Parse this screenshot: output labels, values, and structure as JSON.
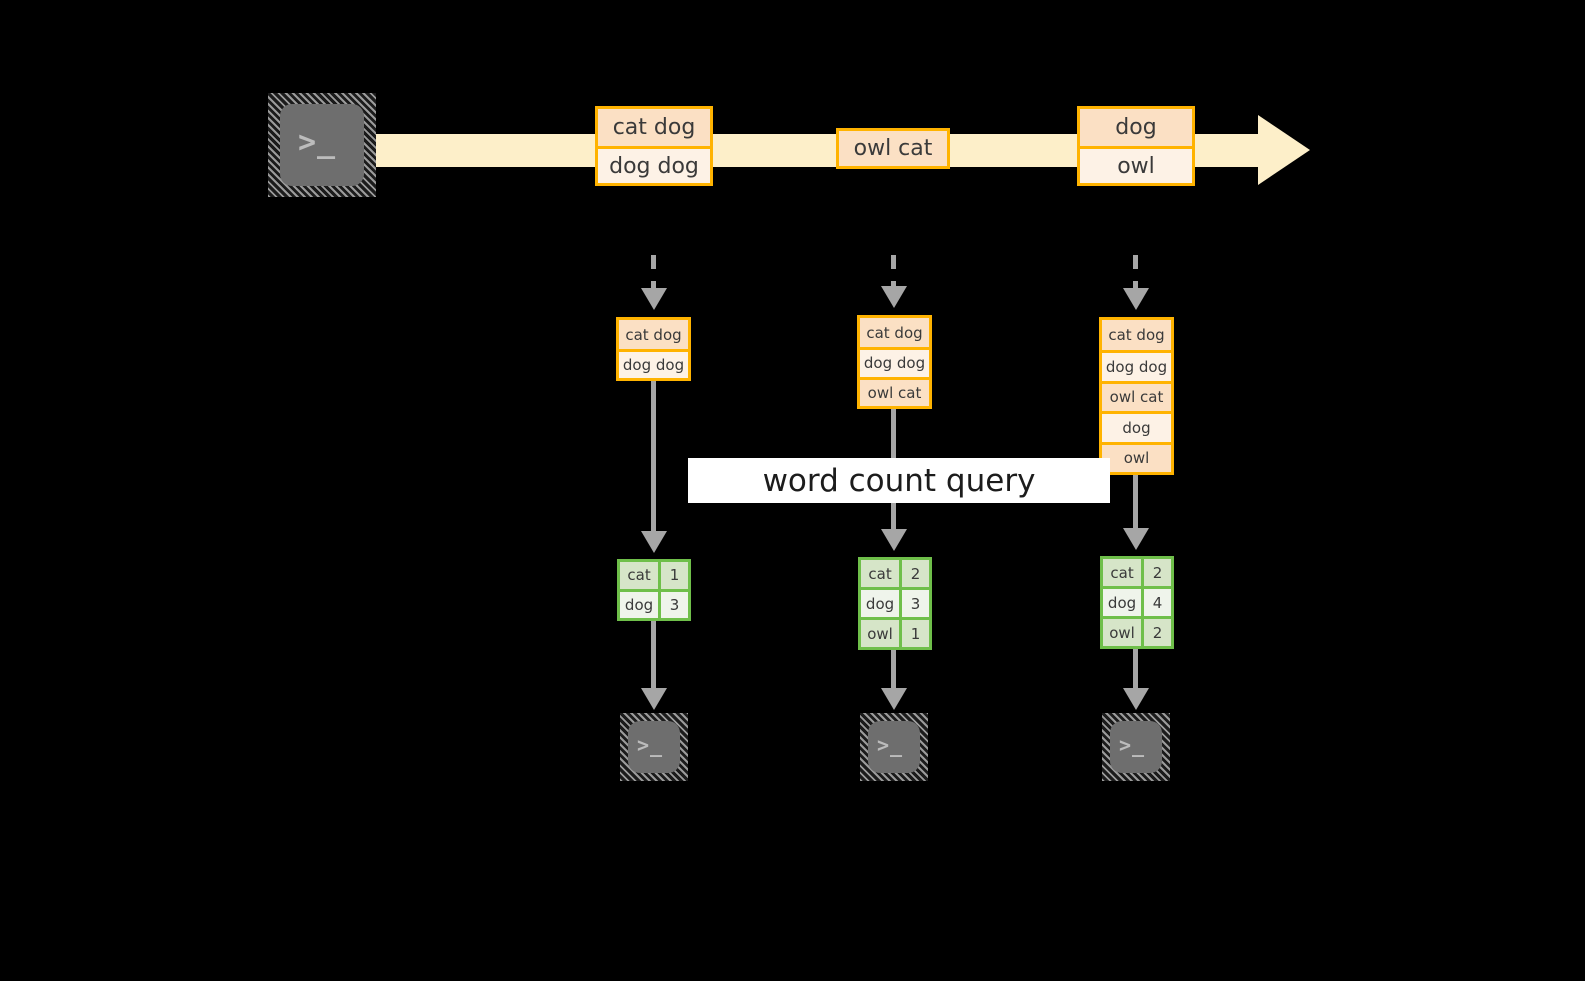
{
  "diagram": {
    "title_label": "word count query",
    "colors": {
      "stream_fill": "#FDEFC9",
      "record_border": "#FFB300",
      "record_fill_dark": "#FBE0C4",
      "record_fill_light": "#FDF2E6",
      "result_border": "#6FBF4A",
      "result_fill_dark": "#D6E5C8",
      "result_fill_light": "#EFF4EB",
      "connector": "#A6A6A6",
      "terminal_body": "#6E6E6E",
      "background": "#000000",
      "band_fill": "#FFFFFF"
    },
    "source_terminal": {
      "glyph": ">_"
    },
    "stream": {
      "groups": [
        {
          "rows": [
            "cat dog",
            "dog dog"
          ]
        },
        {
          "rows": [
            "owl cat"
          ]
        },
        {
          "rows": [
            "dog",
            "owl"
          ]
        }
      ]
    },
    "snapshots": [
      {
        "id": "snapshot-1",
        "records": [
          "cat dog",
          "dog dog"
        ],
        "result": {
          "rows": [
            {
              "word": "cat",
              "count": "1"
            },
            {
              "word": "dog",
              "count": "3"
            }
          ]
        },
        "sink_terminal": {
          "glyph": ">_"
        }
      },
      {
        "id": "snapshot-2",
        "records": [
          "cat dog",
          "dog dog",
          "owl cat"
        ],
        "result": {
          "rows": [
            {
              "word": "cat",
              "count": "2"
            },
            {
              "word": "dog",
              "count": "3"
            },
            {
              "word": "owl",
              "count": "1"
            }
          ]
        },
        "sink_terminal": {
          "glyph": ">_"
        }
      },
      {
        "id": "snapshot-3",
        "records": [
          "cat dog",
          "dog dog",
          "owl cat",
          "dog",
          "owl"
        ],
        "result": {
          "rows": [
            {
              "word": "cat",
              "count": "2"
            },
            {
              "word": "dog",
              "count": "4"
            },
            {
              "word": "owl",
              "count": "2"
            }
          ]
        },
        "sink_terminal": {
          "glyph": ">_"
        }
      }
    ]
  }
}
